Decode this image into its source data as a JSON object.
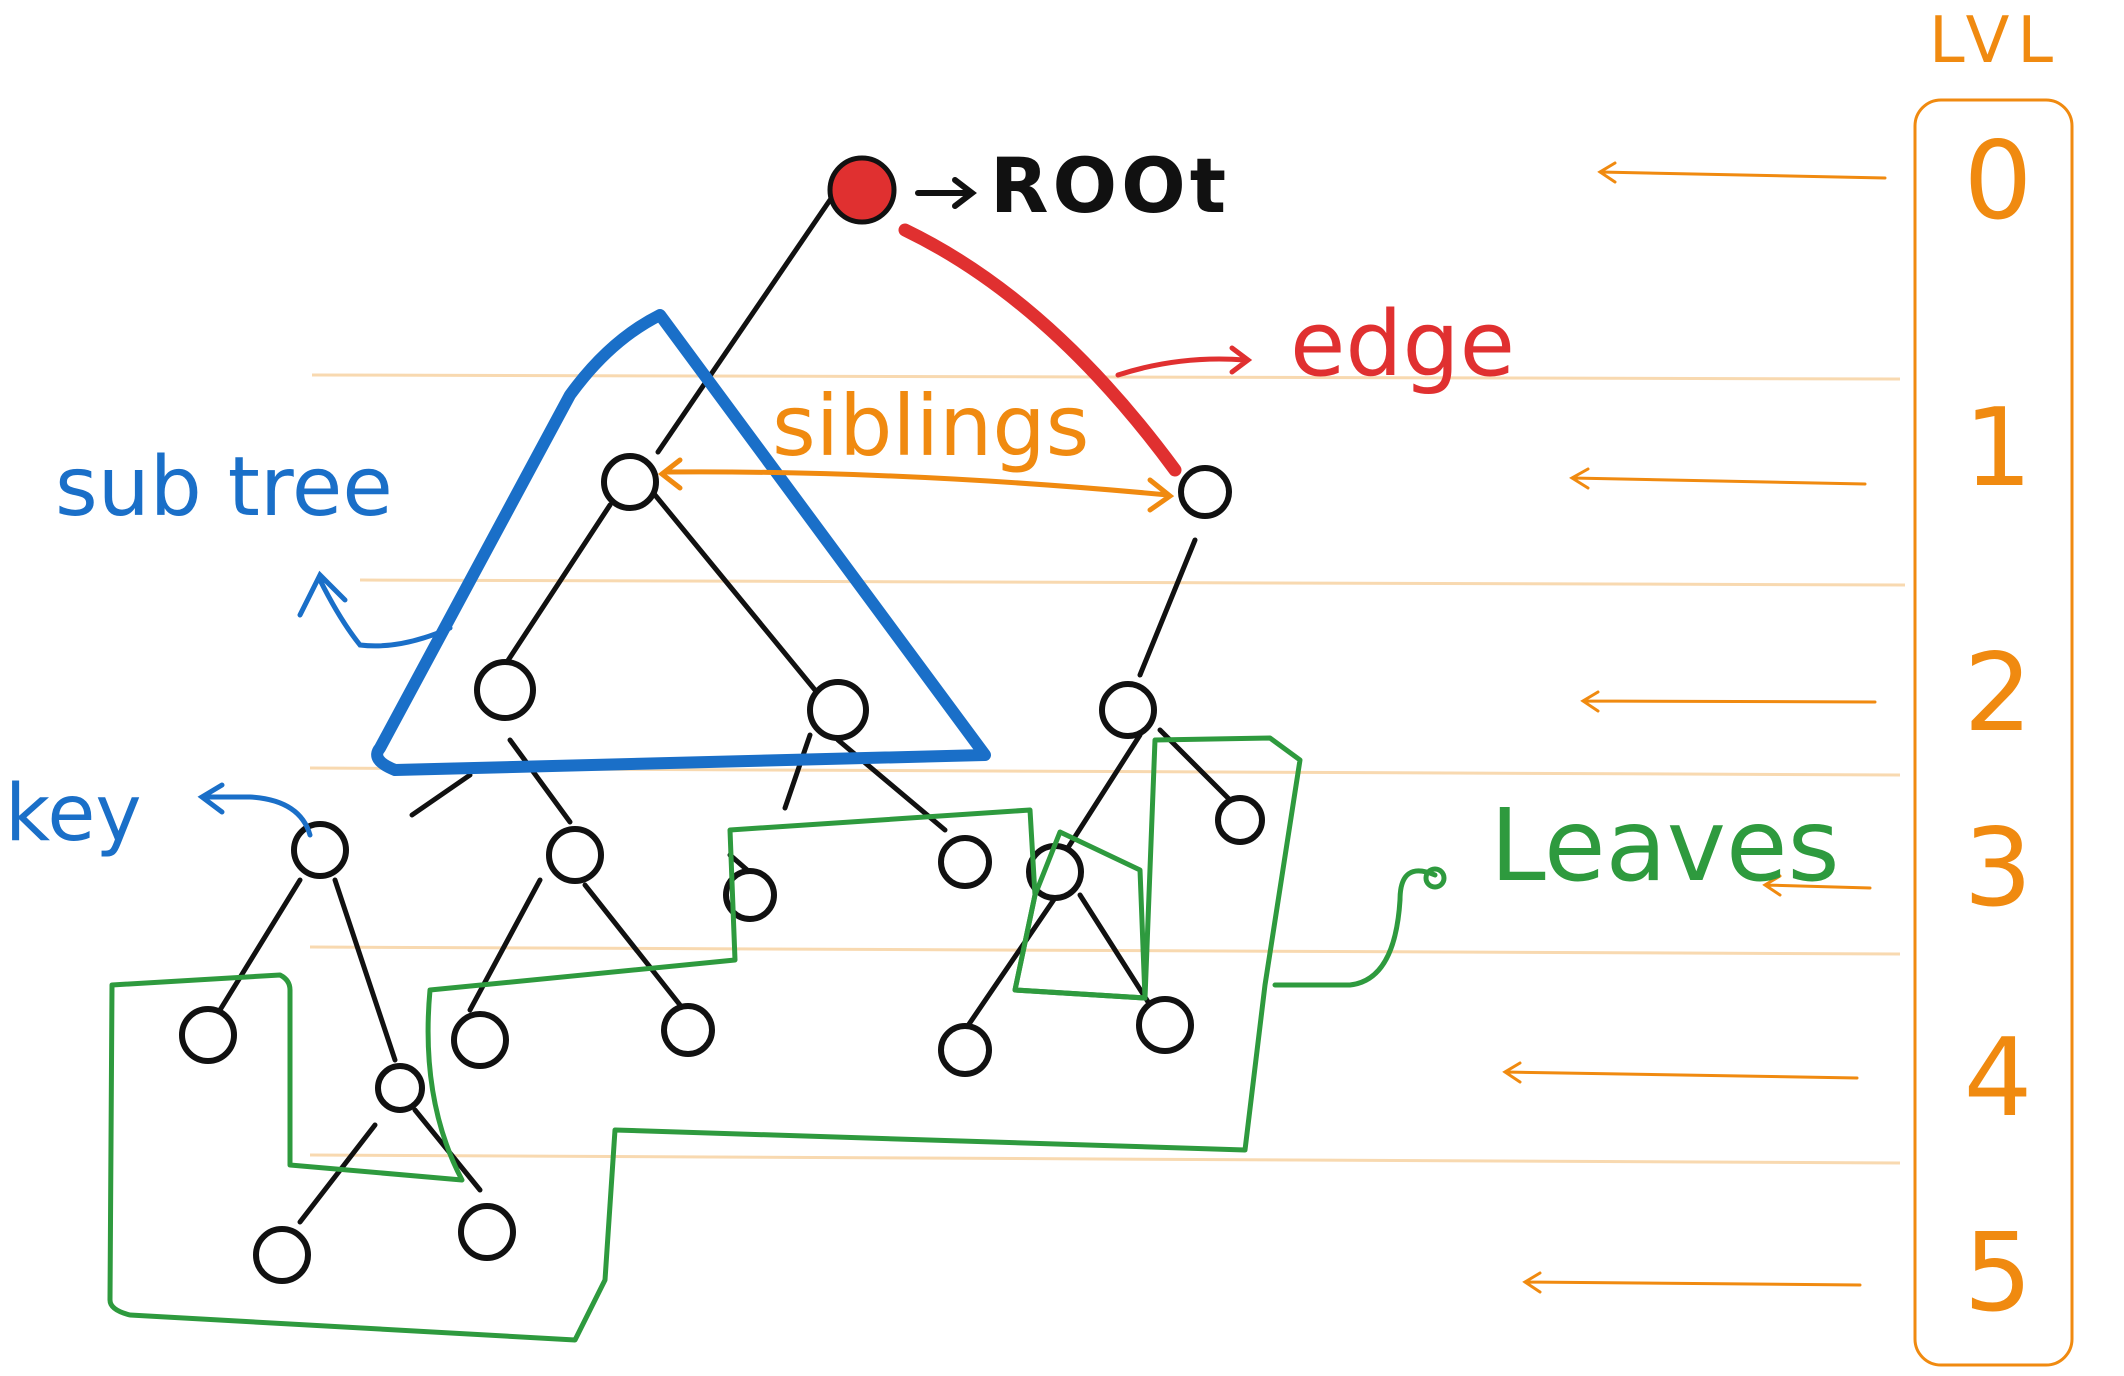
{
  "labels": {
    "root": "ROOt",
    "edge": "edge",
    "siblings": "siblings",
    "subtree": "sub tree",
    "key": "key",
    "leaves": "Leaves",
    "lvl": "LVL"
  },
  "levels": [
    "0",
    "1",
    "2",
    "3",
    "4",
    "5"
  ],
  "colors": {
    "node": "#111111",
    "root": "#e03030",
    "edge": "#e03030",
    "siblings": "#f08a10",
    "subtree": "#1a6fc8",
    "key": "#1a6fc8",
    "leaves": "#2e9a3e",
    "level": "#f08a10",
    "guide": "#f8d9b0"
  }
}
